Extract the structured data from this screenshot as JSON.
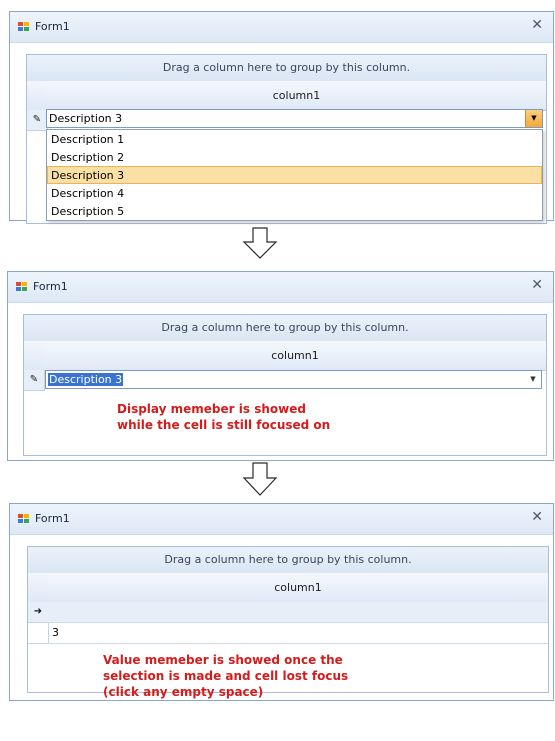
{
  "window": {
    "title": "Form1",
    "close_glyph": "✕"
  },
  "grid": {
    "group_panel_text": "Drag a column here to group by this column.",
    "column_header": "column1"
  },
  "step1": {
    "row_icon": "✎",
    "editor_value": "Description 3",
    "options": [
      "Description 1",
      "Description 2",
      "Description 3",
      "Description 4",
      "Description 5"
    ],
    "selected_index": 2
  },
  "step2": {
    "row_icon": "✎",
    "editor_value": "Description 3",
    "note_line1": "Display memeber is showed",
    "note_line2": "while the cell is still focused on"
  },
  "step3": {
    "row_icon": "➜",
    "cell_value": "3",
    "note_line1": "Value memeber is showed once the",
    "note_line2": "selection is made and cell lost focus",
    "note_line3": "(click any empty space)"
  },
  "colors": {
    "note_red": "#d41c1c",
    "selection_orange": "#fbe0a6",
    "combo_button_orange": "#f3a83a"
  },
  "icons": [
    "form-icon",
    "close-icon",
    "pencil-icon",
    "dropdown-arrow-icon",
    "row-pointer-icon",
    "down-arrow-icon"
  ]
}
